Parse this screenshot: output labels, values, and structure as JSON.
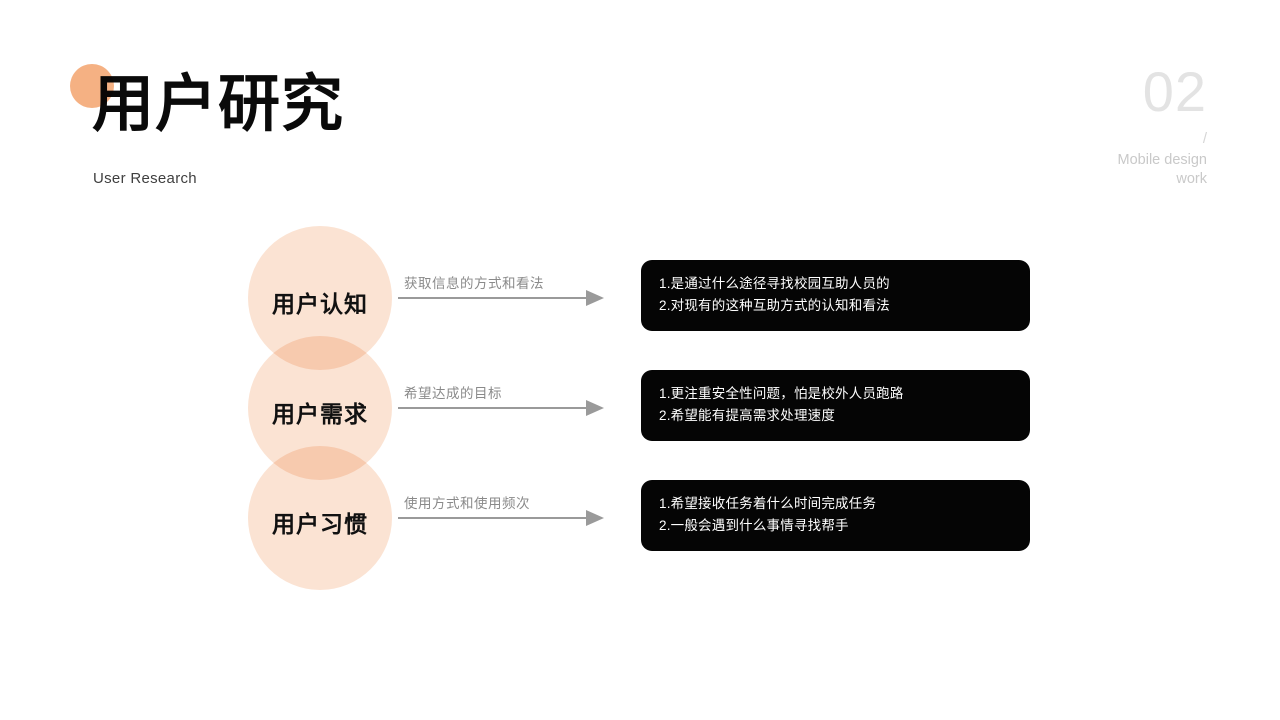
{
  "header": {
    "title": "用户研究",
    "subtitle": "User Research",
    "section_number": "02",
    "slash": "/",
    "caption": "Mobile design work",
    "accent_color": "#F5B183",
    "number_color": "#E3E3E3"
  },
  "diagram": {
    "circle_color": "#FBE3D3",
    "arrow_color": "#9A9A9A",
    "card_color": "#050505",
    "rows": [
      {
        "node": "用户认知",
        "arrow_caption": "获取信息的方式和看法",
        "card_lines": [
          "1.是通过什么途径寻找校园互助人员的",
          "2.对现有的这种互助方式的认知和看法"
        ]
      },
      {
        "node": "用户需求",
        "arrow_caption": "希望达成的目标",
        "card_lines": [
          "1.更注重安全性问题，怕是校外人员跑路",
          "2.希望能有提高需求处理速度"
        ]
      },
      {
        "node": "用户习惯",
        "arrow_caption": "使用方式和使用频次",
        "card_lines": [
          "1.希望接收任务着什么时间完成任务",
          "2.一般会遇到什么事情寻找帮手"
        ]
      }
    ]
  }
}
